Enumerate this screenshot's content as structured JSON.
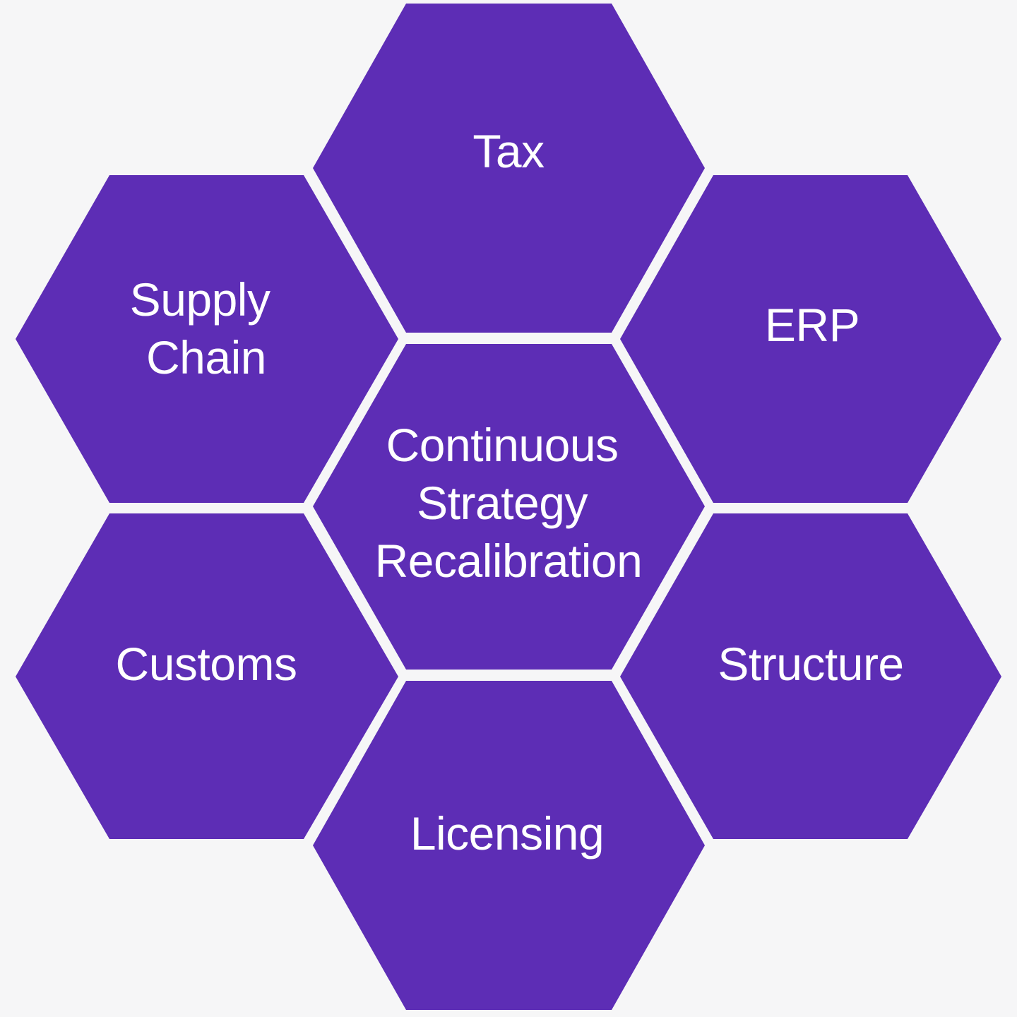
{
  "colors": {
    "background": "#f6f6f7",
    "hexagon": "#5d2db5",
    "label": "#ffffff"
  },
  "hexagons": {
    "center": {
      "lines": [
        "Continuous",
        "Strategy",
        "Recalibration"
      ]
    },
    "top": {
      "lines": [
        "Tax"
      ]
    },
    "top_left": {
      "lines": [
        "Supply",
        "Chain"
      ]
    },
    "top_right": {
      "lines": [
        "ERP"
      ]
    },
    "bottom_left": {
      "lines": [
        "Customs"
      ]
    },
    "bottom_right": {
      "lines": [
        "Structure"
      ]
    },
    "bottom": {
      "lines": [
        "Licensing"
      ]
    }
  }
}
